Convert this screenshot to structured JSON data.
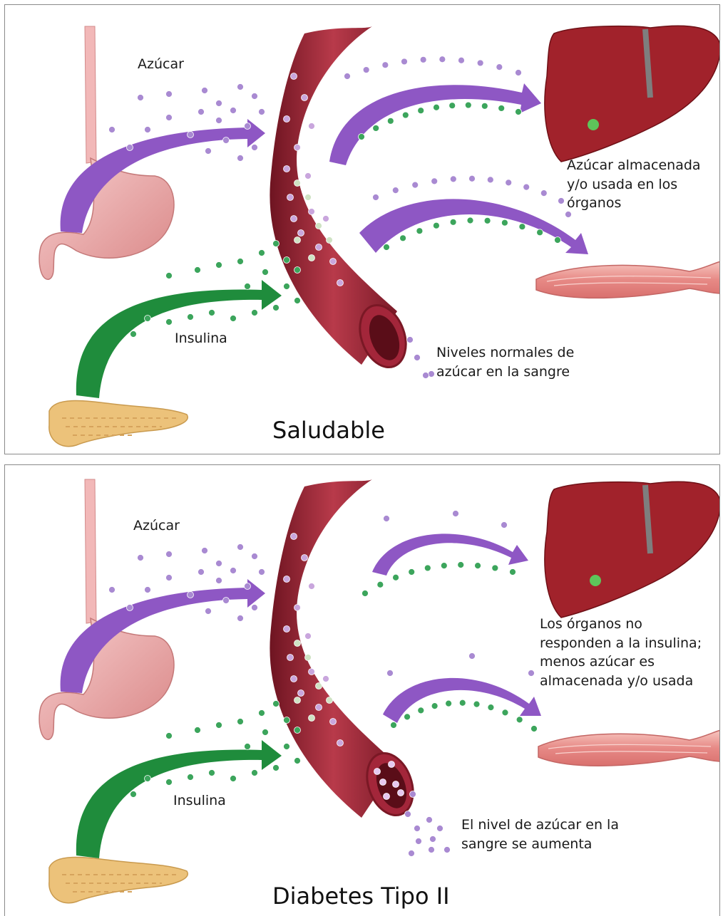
{
  "panels": [
    {
      "id": "healthy",
      "title": "Saludable",
      "sugar_label": "Azúcar",
      "insulin_label": "Insulina",
      "organs_lines": [
        "Azúcar almacenada",
        "y/o usada en los",
        "órganos"
      ],
      "blood_lines": [
        "Niveles normales de",
        "azúcar en la sangre"
      ]
    },
    {
      "id": "type2",
      "title": "Diabetes Tipo II",
      "sugar_label": "Azúcar",
      "insulin_label": "Insulina",
      "organs_lines": [
        "Los órganos no",
        "responden a la insulina;",
        "menos azúcar es",
        "almacenada y/o usada"
      ],
      "blood_lines": [
        "El nivel de azúcar en la",
        "sangre se aumenta"
      ]
    }
  ],
  "colors": {
    "sugar": "#a98ad2",
    "insulin": "#3ca55c",
    "sugar_arrow": "#8e57c4",
    "insulin_arrow": "#1f8c3c",
    "vessel": "#a32a3b",
    "liver": "#a1222b",
    "muscle": "#e89590",
    "stomach": "#eba6a6",
    "pancreas": "#ecc27a"
  },
  "icons": [
    "stomach-icon",
    "pancreas-icon",
    "blood-vessel-icon",
    "liver-icon",
    "muscle-icon"
  ]
}
